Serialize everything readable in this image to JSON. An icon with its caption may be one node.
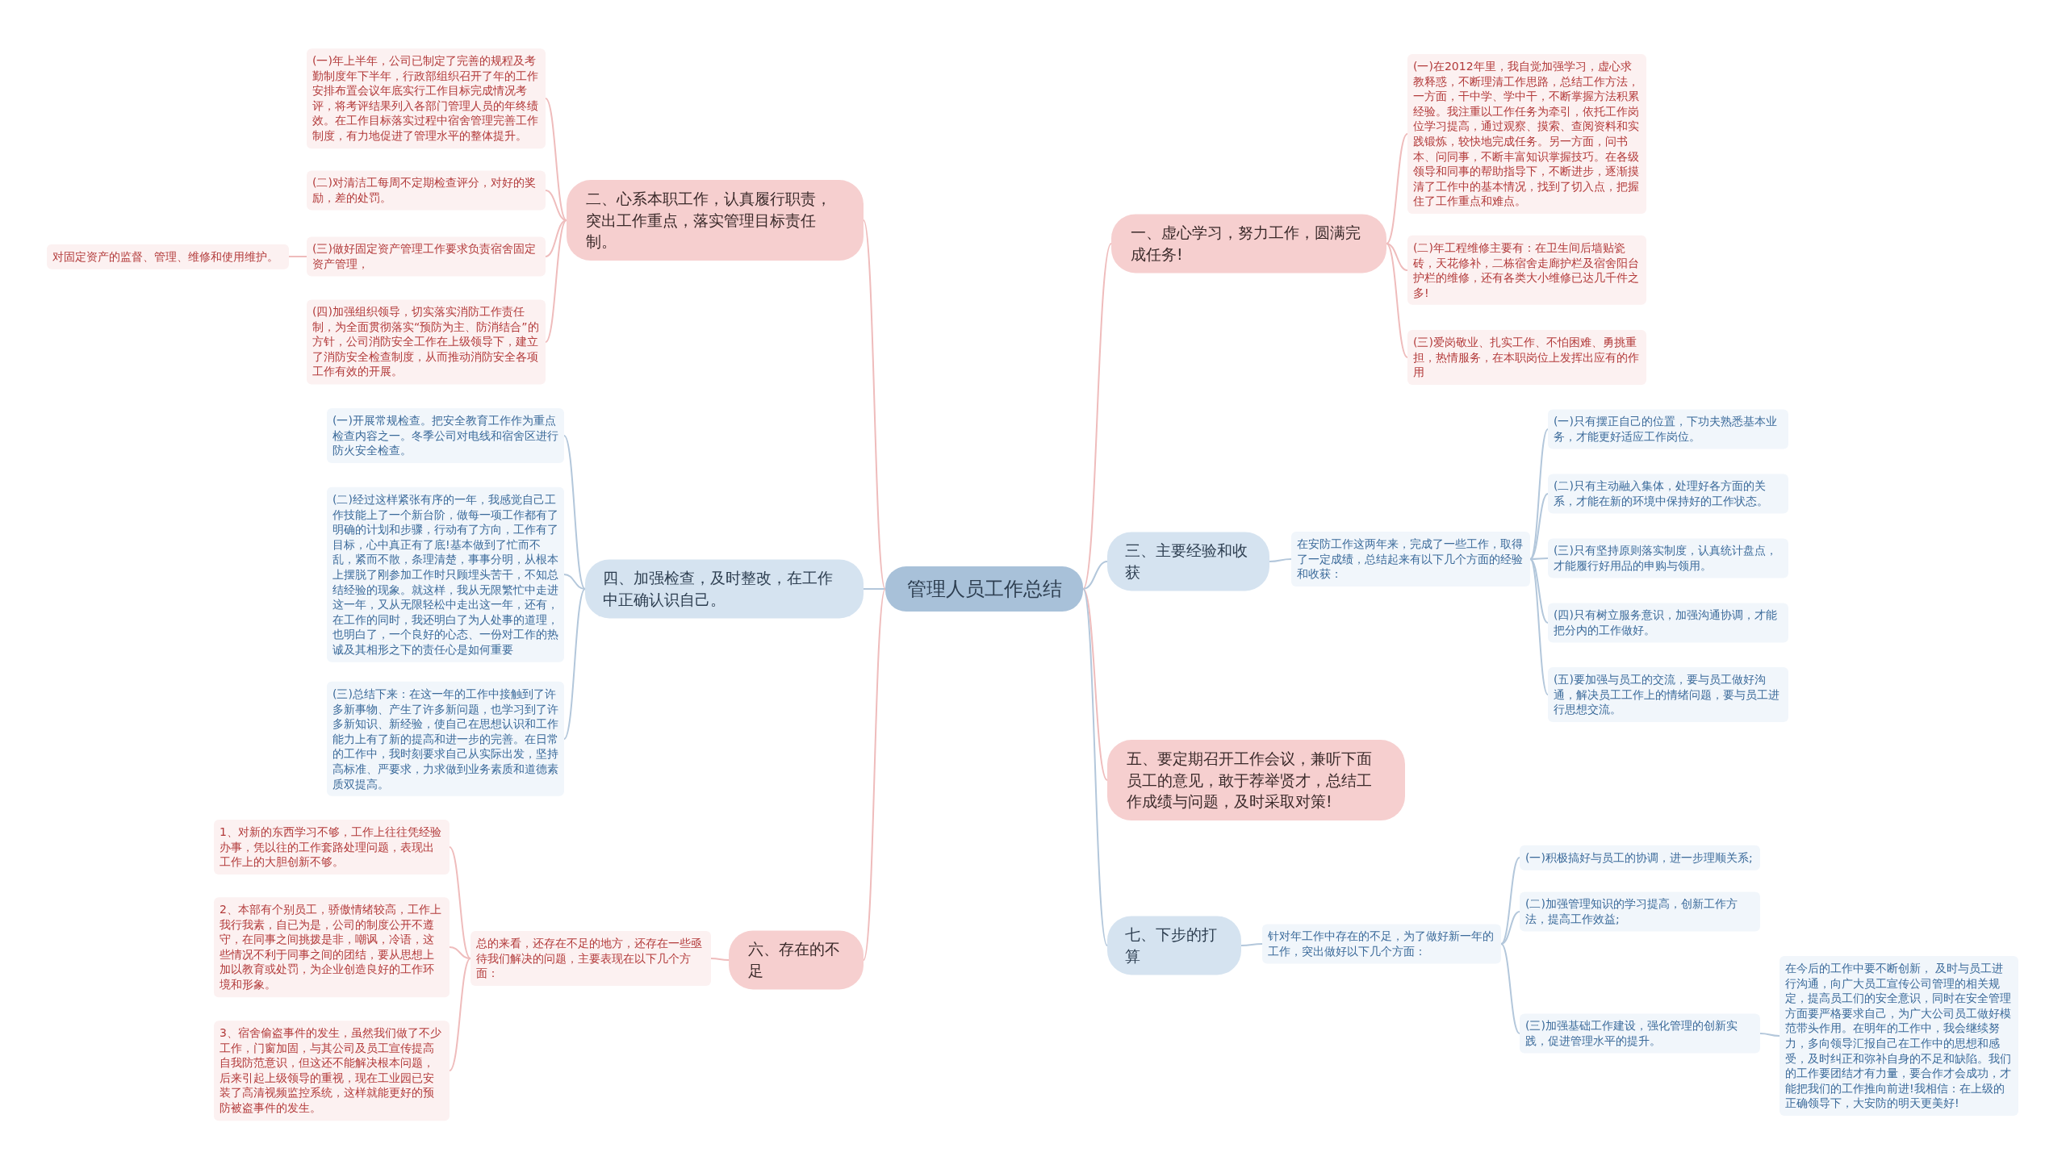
{
  "diagram": {
    "nodes": [
      {
        "text": [
          "管理人员工作总结"
        ]
      },
      {
        "text": [
          "一、虚心学习，努力工作，圆满完成任务!"
        ]
      },
      {
        "text": [
          "(一)在2012年里，我自觉加强学习，虚心求教释惑，不断理清工作思路，总结工作方法，一方面，干中学、学中干，不断掌握方法积累经验。我注重以工作任务为牵引，依托工作岗位学习提高，通过观察、摸索、查阅资料和实践锻炼，较快地完成任务。另一方面，问书本、问同事，不断丰富知识掌握技巧。在各级领导和同事的帮助指导下，不断进步，逐渐摸清了工作中的基本情况，找到了切入点，把握住了工作重点和难点。"
        ]
      },
      {
        "text": [
          "(二)年工程维修主要有：在卫生间后墙贴瓷砖，天花修补，二栋宿舍走廊护栏及宿舍阳台护栏的维修，还有各类大小维修已达几千件之多!"
        ]
      },
      {
        "text": [
          "(三)爱岗敬业、扎实工作、不怕困难、勇挑重担，热情服务，在本职岗位上发挥出应有的作用"
        ]
      },
      {
        "text": [
          "二、心系本职工作，认真履行职责，突出工作重点，落实管理目标责任制。"
        ]
      },
      {
        "text": [
          "(一)年上半年，公司已制定了完善的规程及考勤制度年下半年，行政部组织召开了年的工作安排布置会议年底实行工作目标完成情况考评，将考评结果列入各部门管理人员的年终绩效。在工作目标落实过程中宿舍管理完善工作制度，有力地促进了管理水平的整体提升。"
        ]
      },
      {
        "text": [
          "(二)对清洁工每周不定期检查评分，对好的奖励，差的处罚。"
        ]
      },
      {
        "text": [
          "(三)做好固定资产管理工作要求负责宿舍固定资产管理，"
        ]
      },
      {
        "text": [
          "对固定资产的监督、管理、维修和使用维护。"
        ]
      },
      {
        "text": [
          "(四)加强组织领导，切实落实消防工作责任制，为全面贯彻落实“预防为主、防消结合”的方针，公司消防安全工作在上级领导下，建立了消防安全检查制度，从而推动消防安全各项工作有效的开展。"
        ]
      },
      {
        "text": [
          "三、主要经验和收获"
        ]
      },
      {
        "text": [
          "在安防工作这两年来，完成了一些工作，取得了一定成绩，总结起来有以下几个方面的经验和收获："
        ]
      },
      {
        "text": [
          "(一)只有摆正自己的位置，下功夫熟悉基本业务，才能更好适应工作岗位。"
        ]
      },
      {
        "text": [
          "(二)只有主动融入集体，处理好各方面的关系，才能在新的环境中保持好的工作状态。"
        ]
      },
      {
        "text": [
          "(三)只有坚持原则落实制度，认真统计盘点，才能履行好用品的申购与领用。"
        ]
      },
      {
        "text": [
          "(四)只有树立服务意识，加强沟通协调，才能把分内的工作做好。"
        ]
      },
      {
        "text": [
          "(五)要加强与员工的交流，要与员工做好沟通，解决员工工作上的情绪问题，要与员工进行思想交流。"
        ]
      },
      {
        "text": [
          "四、加强检查，及时整改，在工作中正确认识自己。"
        ]
      },
      {
        "text": [
          "(一)开展常规检查。把安全教育工作作为重点检查内容之一。冬季公司对电线和宿舍区进行防火安全检查。"
        ]
      },
      {
        "text": [
          "(二)经过这样紧张有序的一年，我感觉自己工作技能上了一个新台阶，做每一项工作都有了明确的计划和步骤，行动有了方向，工作有了目标，心中真正有了底!基本做到了忙而不乱，紧而不散，条理清楚，事事分明，从根本上摆脱了刚参加工作时只顾埋头苦干，不知总结经验的现象。就这样，我从无限繁忙中走进这一年，又从无限轻松中走出这一年，还有，在工作的同时，我还明白了为人处事的道理，也明白了，一个良好的心态、一份对工作的热诚及其相形之下的责任心是如何重要"
        ]
      },
      {
        "text": [
          "(三)总结下来：在这一年的工作中接触到了许多新事物、产生了许多新问题，也学习到了许多新知识、新经验，使自己在思想认识和工作能力上有了新的提高和进一步的完善。在日常的工作中，我时刻要求自己从实际出发，坚持高标准、严要求，力求做到业务素质和道德素质双提高。"
        ]
      },
      {
        "text": [
          "五、要定期召开工作会议，兼听下面员工的意见，敢于荐举贤才，总结工作成绩与问题，及时采取对策!"
        ]
      },
      {
        "text": [
          "六、存在的不足"
        ]
      },
      {
        "text": [
          "总的来看，还存在不足的地方，还存在一些亟待我们解决的问题，主要表现在以下几个方面："
        ]
      },
      {
        "text": [
          "1、对新的东西学习不够，工作上往往凭经验办事，凭以往的工作套路处理问题，表现出工作上的大胆创新不够。"
        ]
      },
      {
        "text": [
          "2、本部有个别员工，骄傲情绪较高，工作上我行我素，自已为是，公司的制度公开不遵守，在同事之间挑拨是非，嘲讽，冷语，这些情况不利于同事之间的团结，要从思想上加以教育或处罚，为企业创造良好的工作环境和形象。"
        ]
      },
      {
        "text": [
          "3、宿舍偷盗事件的发生，虽然我们做了不少工作，门窗加固，与其公司及员工宣传提高自我防范意识，但这还不能解决根本问题，后来引起上级领导的重视，现在工业园已安装了高清视频监控系统，这样就能更好的预防被盗事件的发生。"
        ]
      },
      {
        "text": [
          "七、下步的打算"
        ]
      },
      {
        "text": [
          "针对年工作中存在的不足，为了做好新一年的工作，突出做好以下几个方面："
        ]
      },
      {
        "text": [
          "(一)积极搞好与员工的协调，进一步理顺关系;"
        ]
      },
      {
        "text": [
          "(二)加强管理知识的学习提高，创新工作方法，提高工作效益;"
        ]
      },
      {
        "text": [
          "(三)加强基础工作建设，强化管理的创新实践，促进管理水平的提升。"
        ]
      },
      {
        "text": [
          "在今后的工作中要不断创新， 及时与员工进行沟通，向广大员工宣传公司管理的相关规定，提高员工们的安全意识，同时在安全管理方面要严格要求自己，为广大公司员工做好模范带头作用。在明年的工作中，我会继续努力，多向领导汇报自己在工作中的思想和感受，及时纠正和弥补自身的不足和缺陷。我们的工作要团结才有力量，要合作才会成功，才能把我们的工作推向前进!我相信：在上级的正确领导下，大安防的明天更美好!"
        ]
      }
    ],
    "edges": [
      {
        "from": 0,
        "to": 1,
        "arrow": "none",
        "color": "#efbcbc"
      },
      {
        "from": 1,
        "to": 2,
        "arrow": "none",
        "color": "#efbcbc"
      },
      {
        "from": 1,
        "to": 3,
        "arrow": "none",
        "color": "#efbcbc"
      },
      {
        "from": 1,
        "to": 4,
        "arrow": "none",
        "color": "#efbcbc"
      },
      {
        "from": 0,
        "to": 5,
        "arrow": "none",
        "color": "#efbcbc"
      },
      {
        "from": 5,
        "to": 6,
        "arrow": "none",
        "color": "#efbcbc"
      },
      {
        "from": 5,
        "to": 7,
        "arrow": "none",
        "color": "#efbcbc"
      },
      {
        "from": 5,
        "to": 8,
        "arrow": "none",
        "color": "#efbcbc"
      },
      {
        "from": 8,
        "to": 9,
        "arrow": "none",
        "color": "#efbcbc"
      },
      {
        "from": 5,
        "to": 10,
        "arrow": "none",
        "color": "#efbcbc"
      },
      {
        "from": 0,
        "to": 11,
        "arrow": "none"
      },
      {
        "from": 11,
        "to": 12,
        "arrow": "none"
      },
      {
        "from": 12,
        "to": 13,
        "arrow": "none"
      },
      {
        "from": 12,
        "to": 14,
        "arrow": "none"
      },
      {
        "from": 12,
        "to": 15,
        "arrow": "none"
      },
      {
        "from": 12,
        "to": 16,
        "arrow": "none"
      },
      {
        "from": 12,
        "to": 17,
        "arrow": "none"
      },
      {
        "from": 0,
        "to": 18,
        "arrow": "none"
      },
      {
        "from": 18,
        "to": 19,
        "arrow": "none"
      },
      {
        "from": 18,
        "to": 20,
        "arrow": "none"
      },
      {
        "from": 18,
        "to": 21,
        "arrow": "none"
      },
      {
        "from": 0,
        "to": 22,
        "arrow": "none",
        "color": "#efbcbc"
      },
      {
        "from": 0,
        "to": 23,
        "arrow": "none",
        "color": "#efbcbc"
      },
      {
        "from": 23,
        "to": 24,
        "arrow": "none",
        "color": "#efbcbc"
      },
      {
        "from": 24,
        "to": 25,
        "arrow": "none",
        "color": "#efbcbc"
      },
      {
        "from": 24,
        "to": 26,
        "arrow": "none",
        "color": "#efbcbc"
      },
      {
        "from": 24,
        "to": 27,
        "arrow": "none",
        "color": "#efbcbc"
      },
      {
        "from": 0,
        "to": 28,
        "arrow": "none"
      },
      {
        "from": 28,
        "to": 29,
        "arrow": "none"
      },
      {
        "from": 29,
        "to": 30,
        "arrow": "none"
      },
      {
        "from": 29,
        "to": 31,
        "arrow": "none"
      },
      {
        "from": 29,
        "to": 32,
        "arrow": "none"
      },
      {
        "from": 32,
        "to": 33,
        "arrow": "none"
      }
    ]
  }
}
